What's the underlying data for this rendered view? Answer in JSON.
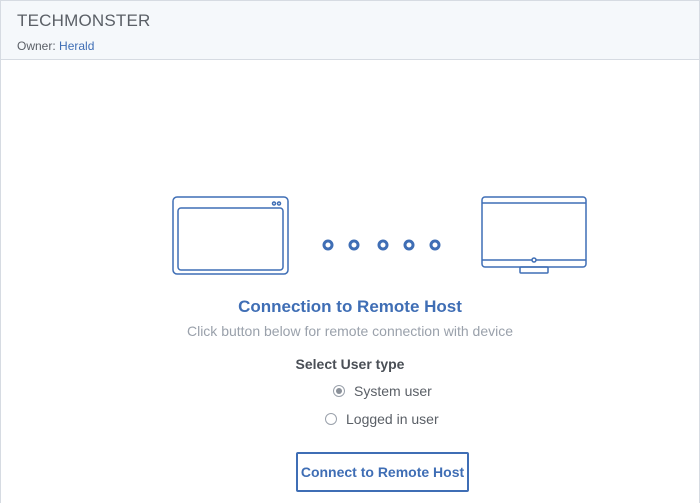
{
  "header": {
    "device_name": "TECHMONSTER",
    "owner_label": "Owner:",
    "owner_name": "Herald"
  },
  "connection": {
    "title": "Connection to Remote Host",
    "subtitle": "Click button below for remote connection with device",
    "select_label": "Select User type",
    "user_types": [
      {
        "label": "System user",
        "selected": true
      },
      {
        "label": "Logged in user",
        "selected": false
      }
    ],
    "connect_button": "Connect to Remote Host"
  },
  "icons": {
    "left_device": "tablet-icon",
    "right_device": "monitor-icon",
    "connector": "connection-dots-icon"
  },
  "colors": {
    "accent": "#3f6eb5",
    "text": "#5a5f66",
    "muted": "#9aa1ab",
    "header_bg": "#f5f8fb"
  }
}
